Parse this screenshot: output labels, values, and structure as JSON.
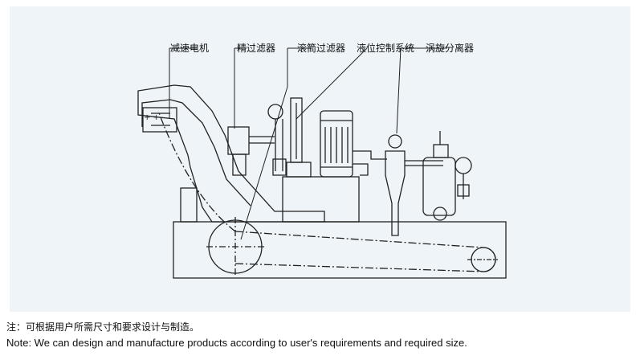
{
  "labels": {
    "motor": "减速电机",
    "fine_filter": "精过滤器",
    "drum_filter": "滚筒过滤器",
    "level_control": "液位控制系统",
    "cyclone": "涡旋分离器"
  },
  "notes": {
    "cn": "注：可根据用户所需尺寸和要求设计与制造。",
    "en": "Note: We can design and manufacture products according to user's requirements and required size."
  }
}
